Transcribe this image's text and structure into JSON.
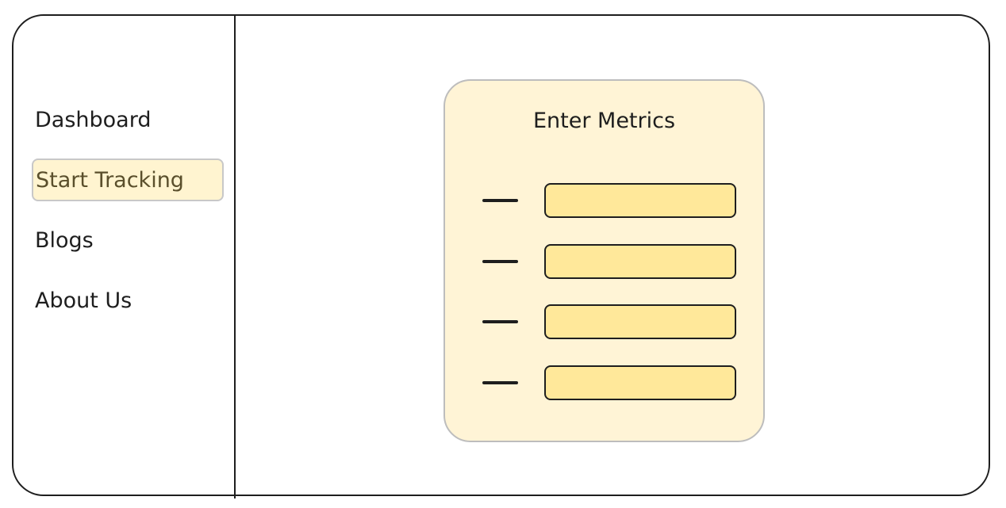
{
  "sidebar": {
    "items": [
      {
        "label": "Dashboard",
        "active": false
      },
      {
        "label": "Start Tracking",
        "active": true
      },
      {
        "label": "Blogs",
        "active": false
      },
      {
        "label": "About Us",
        "active": false
      }
    ]
  },
  "main": {
    "card": {
      "title": "Enter Metrics",
      "fields": [
        {
          "label": "—",
          "value": ""
        },
        {
          "label": "—",
          "value": ""
        },
        {
          "label": "—",
          "value": ""
        },
        {
          "label": "—",
          "value": ""
        }
      ]
    }
  },
  "colors": {
    "card_background": "#fff4d6",
    "input_fill": "#ffe89a",
    "active_nav_background": "#fff4d0",
    "stroke": "#1e1e1e"
  }
}
